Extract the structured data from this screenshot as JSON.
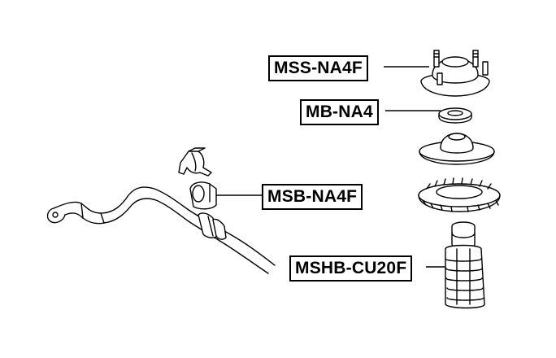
{
  "labels": {
    "strut_mount": "MSS-NA4F",
    "bearing": "MB-NA4",
    "stabilizer_bushing": "MSB-NA4F",
    "bump_stop_boot": "MSHB-CU20F"
  },
  "colors": {
    "line": "#000000",
    "background": "#ffffff"
  }
}
